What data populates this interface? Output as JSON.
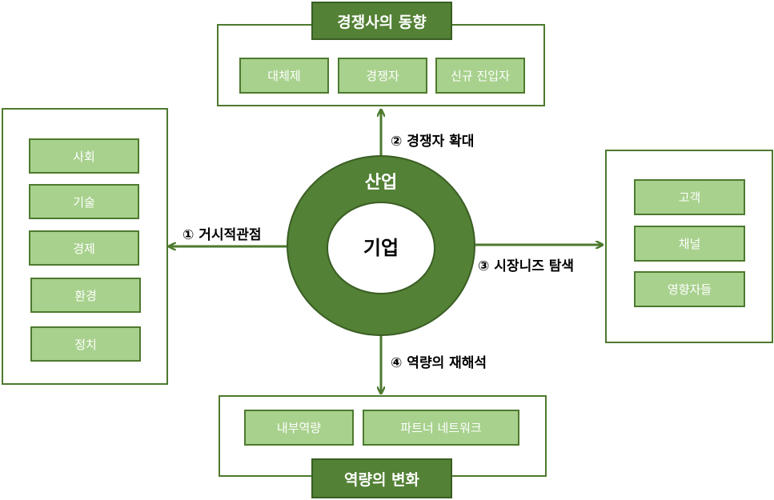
{
  "top": {
    "title": "경쟁사의 동향",
    "items": [
      "대체제",
      "경쟁자",
      "신규 진입자"
    ]
  },
  "left": {
    "items": [
      "사회",
      "기술",
      "경제",
      "환경",
      "정치"
    ]
  },
  "right": {
    "items": [
      "고객",
      "채널",
      "영향자들"
    ]
  },
  "bottom": {
    "title": "역량의 변화",
    "items": [
      "내부역량",
      "파트너 네트워크"
    ]
  },
  "center": {
    "outer": "산업",
    "inner": "기업"
  },
  "arrows": {
    "left": "① 거시적관점",
    "up": "② 경쟁자 확대",
    "right": "③ 시장니즈 탐색",
    "down": "④ 역량의 재해석"
  },
  "colors": {
    "dark_green": "#538135",
    "light_green": "#a8d18d",
    "border": "#4d7a2e"
  }
}
